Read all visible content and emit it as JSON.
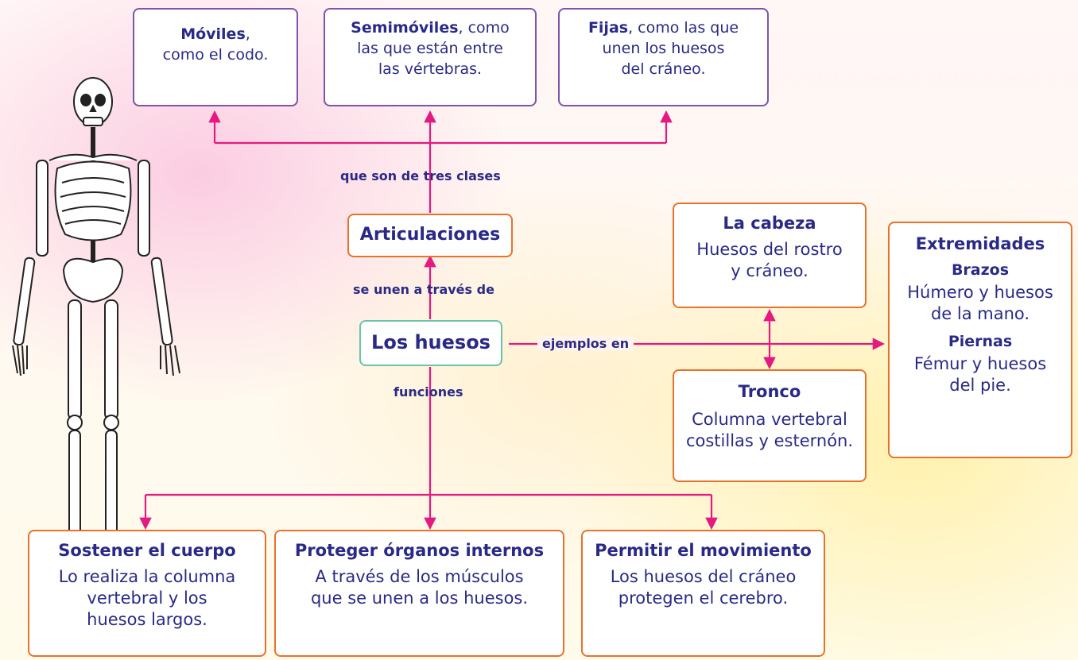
{
  "classes": {
    "moviles": {
      "bold": "Móviles",
      "rest": ",",
      "line2": "como el codo."
    },
    "semimoviles": {
      "bold": "Semimóviles",
      "rest": ", como",
      "line2": "las que están entre",
      "line3": "las vértebras."
    },
    "fijas": {
      "bold": "Fijas",
      "rest": ", como las que",
      "line2": "unen los huesos",
      "line3": "del cráneo."
    }
  },
  "labels": {
    "tres_clases": "que son de tres clases",
    "se_unen": "se unen a través de",
    "ejemplos": "ejemplos en",
    "funciones": "funciones"
  },
  "articulaciones": "Articulaciones",
  "huesos": "Los huesos",
  "cabeza": {
    "title": "La cabeza",
    "line1": "Huesos del rostro",
    "line2": "y cráneo."
  },
  "tronco": {
    "title": "Tronco",
    "line1": "Columna vertebral",
    "line2": "costillas y esternón."
  },
  "extremidades": {
    "title": "Extremidades",
    "brazos_title": "Brazos",
    "brazos_line1": "Húmero y huesos",
    "brazos_line2": "de la mano.",
    "piernas_title": "Piernas",
    "piernas_line1": "Fémur y huesos",
    "piernas_line2": "del pie."
  },
  "funciones": [
    {
      "title": "Sostener el cuerpo",
      "line1": "Lo realiza la columna",
      "line2": "vertebral y los",
      "line3": "huesos largos."
    },
    {
      "title": "Proteger órganos internos",
      "line1": "A través de los músculos",
      "line2": "que se unen a los huesos.",
      "line3": ""
    },
    {
      "title": "Permitir el movimiento",
      "line1": "Los huesos del cráneo",
      "line2": "protegen el cerebro.",
      "line3": ""
    }
  ],
  "colors": {
    "connector": "#e5197f",
    "purple_border": "#7c55a8",
    "orange_border": "#e8722c",
    "green_border": "#6cc3a5",
    "text": "#2a2a86"
  },
  "illustration": "skeleton"
}
